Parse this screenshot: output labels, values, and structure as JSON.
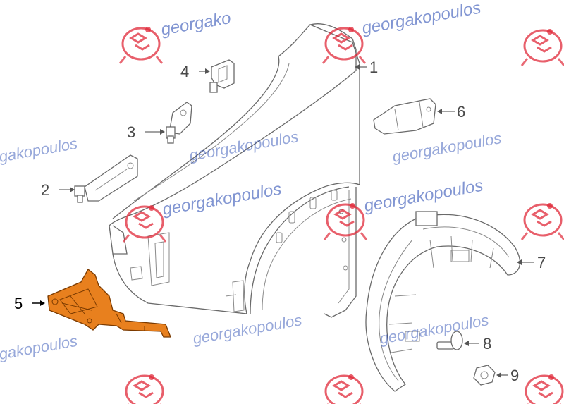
{
  "watermark": {
    "brand_text": "georgakopoulos",
    "partial_1": "georgako",
    "partial_2": "georgakopoulos",
    "partial_3": "gakopoulos",
    "partial_4": "georgakopoulos",
    "partial_5": "georgakopoulos",
    "partial_6": "gakopoulos",
    "partial_7": "georgakopoulos",
    "partial_8": "georgakopoulos",
    "logo_color": "#e02a3a",
    "text_color": "#1b3fae"
  },
  "callouts": {
    "c1": "1",
    "c2": "2",
    "c3": "3",
    "c4": "4",
    "c5": "5",
    "c6": "6",
    "c7": "7",
    "c8": "8",
    "c9": "9"
  },
  "highlight_color": "#e8801e"
}
